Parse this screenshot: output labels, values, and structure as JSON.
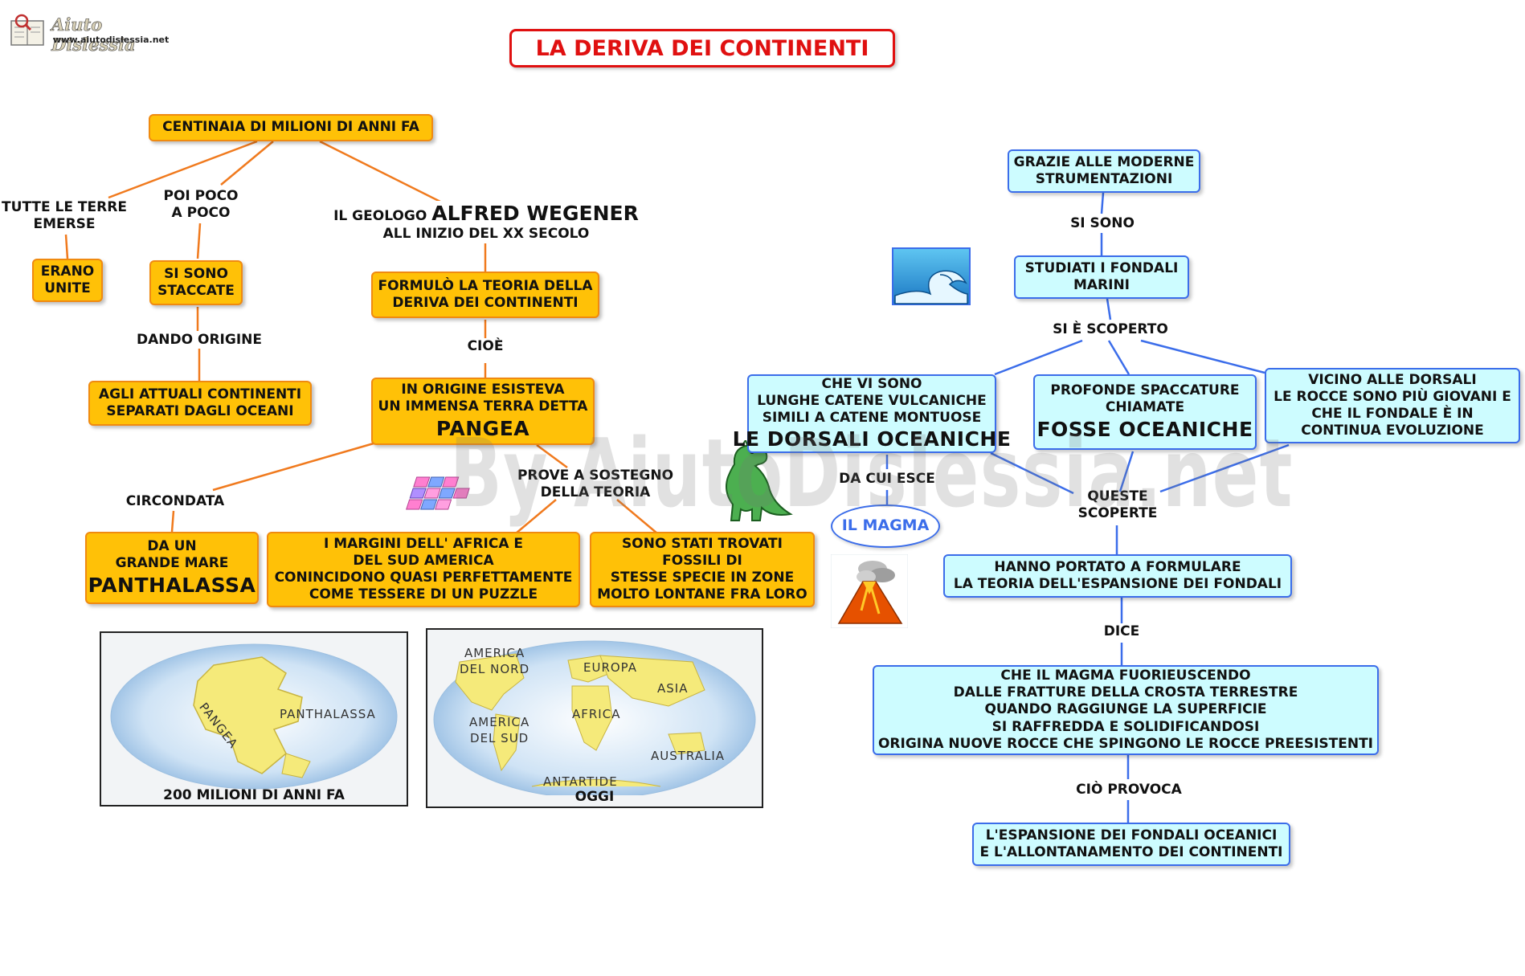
{
  "logo": {
    "title": "Aiuto Dislessia",
    "url": "www.aiutodislessia.net"
  },
  "title": "LA DERIVA DEI CONTINENTI",
  "watermark": "By AiutoDislessia.net",
  "left": {
    "centinaia": "CENTINAIA DI MILIONI DI ANNI FA",
    "tutte_le_terre": [
      "TUTTE LE TERRE",
      "EMERSE"
    ],
    "erano_unite": [
      "ERANO",
      "UNITE"
    ],
    "poi_poco": [
      "POI POCO",
      "A POCO"
    ],
    "si_sono_staccate": [
      "SI SONO",
      "STACCATE"
    ],
    "dando_origine": "DANDO ORIGINE",
    "agli_attuali": [
      "AGLI ATTUALI CONTINENTI",
      "SEPARATI DAGLI OCEANI"
    ],
    "geologo_prefix": "IL GEOLOGO ",
    "geologo_name": "ALFRED WEGENER",
    "geologo_line2": "ALL INIZIO DEL XX SECOLO",
    "formulo": [
      "FORMULÒ LA TEORIA DELLA",
      "DERIVA DEI CONTINENTI"
    ],
    "cioe": "CIOÈ",
    "origine": [
      "IN ORIGINE ESISTEVA",
      "UN IMMENSA TERRA DETTA"
    ],
    "pangea": "PANGEA",
    "circondata": "CIRCONDATA",
    "da_un_mare": [
      "DA UN",
      "GRANDE MARE"
    ],
    "panthalassa": "PANTHALASSA",
    "prove": [
      "PROVE A SOSTEGNO",
      "DELLA TEORIA"
    ],
    "margini": [
      "I MARGINI DELL' AFRICA E",
      "DEL SUD AMERICA",
      "CONINCIDONO QUASI PERFETTAMENTE",
      "COME TESSERE DI UN PUZZLE"
    ],
    "fossili": [
      "SONO STATI TROVATI",
      "FOSSILI DI",
      "STESSE SPECIE IN ZONE",
      "MOLTO LONTANE FRA LORO"
    ]
  },
  "maps": {
    "past": {
      "caption": "200 MILIONI DI ANNI FA",
      "pangea": "PANGEA",
      "panthalassa": "PANTHALASSA"
    },
    "today": {
      "caption": "OGGI",
      "america_nord": [
        "AMERICA",
        "DEL NORD"
      ],
      "europa": "EUROPA",
      "asia": "ASIA",
      "america_sud": [
        "AMERICA",
        "DEL SUD"
      ],
      "africa": "AFRICA",
      "australia": "AUSTRALIA",
      "antartide": "ANTARTIDE"
    }
  },
  "right": {
    "grazie": [
      "GRAZIE ALLE MODERNE",
      "STRUMENTAZIONI"
    ],
    "si_sono": "SI SONO",
    "studiati": [
      "STUDIATI I FONDALI",
      "MARINI"
    ],
    "si_e_scoperto": "SI È SCOPERTO",
    "dorsali": [
      "CHE VI SONO",
      "LUNGHE CATENE VULCANICHE",
      "SIMILI A CATENE MONTUOSE"
    ],
    "dorsali_big": "LE DORSALI OCEANICHE",
    "fosse": [
      "PROFONDE SPACCATURE",
      "CHIAMATE"
    ],
    "fosse_big": "FOSSE OCEANICHE",
    "vicino": [
      "VICINO ALLE DORSALI",
      "LE ROCCE SONO PIÙ GIOVANI E",
      "CHE IL FONDALE È IN",
      "CONTINUA EVOLUZIONE"
    ],
    "da_cui_esce": "DA CUI ESCE",
    "il_magma": "IL MAGMA",
    "queste_scoperte": [
      "QUESTE",
      "SCOPERTE"
    ],
    "hanno_portato": [
      "HANNO PORTATO A FORMULARE",
      "LA TEORIA DELL'ESPANSIONE DEI FONDALI"
    ],
    "dice": "DICE",
    "magma_desc": [
      "CHE IL MAGMA FUORIEUSCENDO",
      "DALLE FRATTURE DELLA CROSTA TERRESTRE",
      "QUANDO RAGGIUNGE LA SUPERFICIE",
      "SI RAFFREDDA E SOLIDIFICANDOSI",
      "ORIGINA NUOVE ROCCE CHE SPINGONO LE ROCCE PREESISTENTI"
    ],
    "cio_provoca": "CIÒ PROVOCA",
    "espansione": [
      "L'ESPANSIONE DEI FONDALI OCEANICI",
      "E L'ALLONTANAMENTO DEI CONTINENTI"
    ]
  },
  "colors": {
    "orange_fill": "#ffc107",
    "orange_border": "#f08a10",
    "cyan_fill": "#cdfcff",
    "blue_border": "#3b6dea",
    "title_red": "#e01010"
  }
}
